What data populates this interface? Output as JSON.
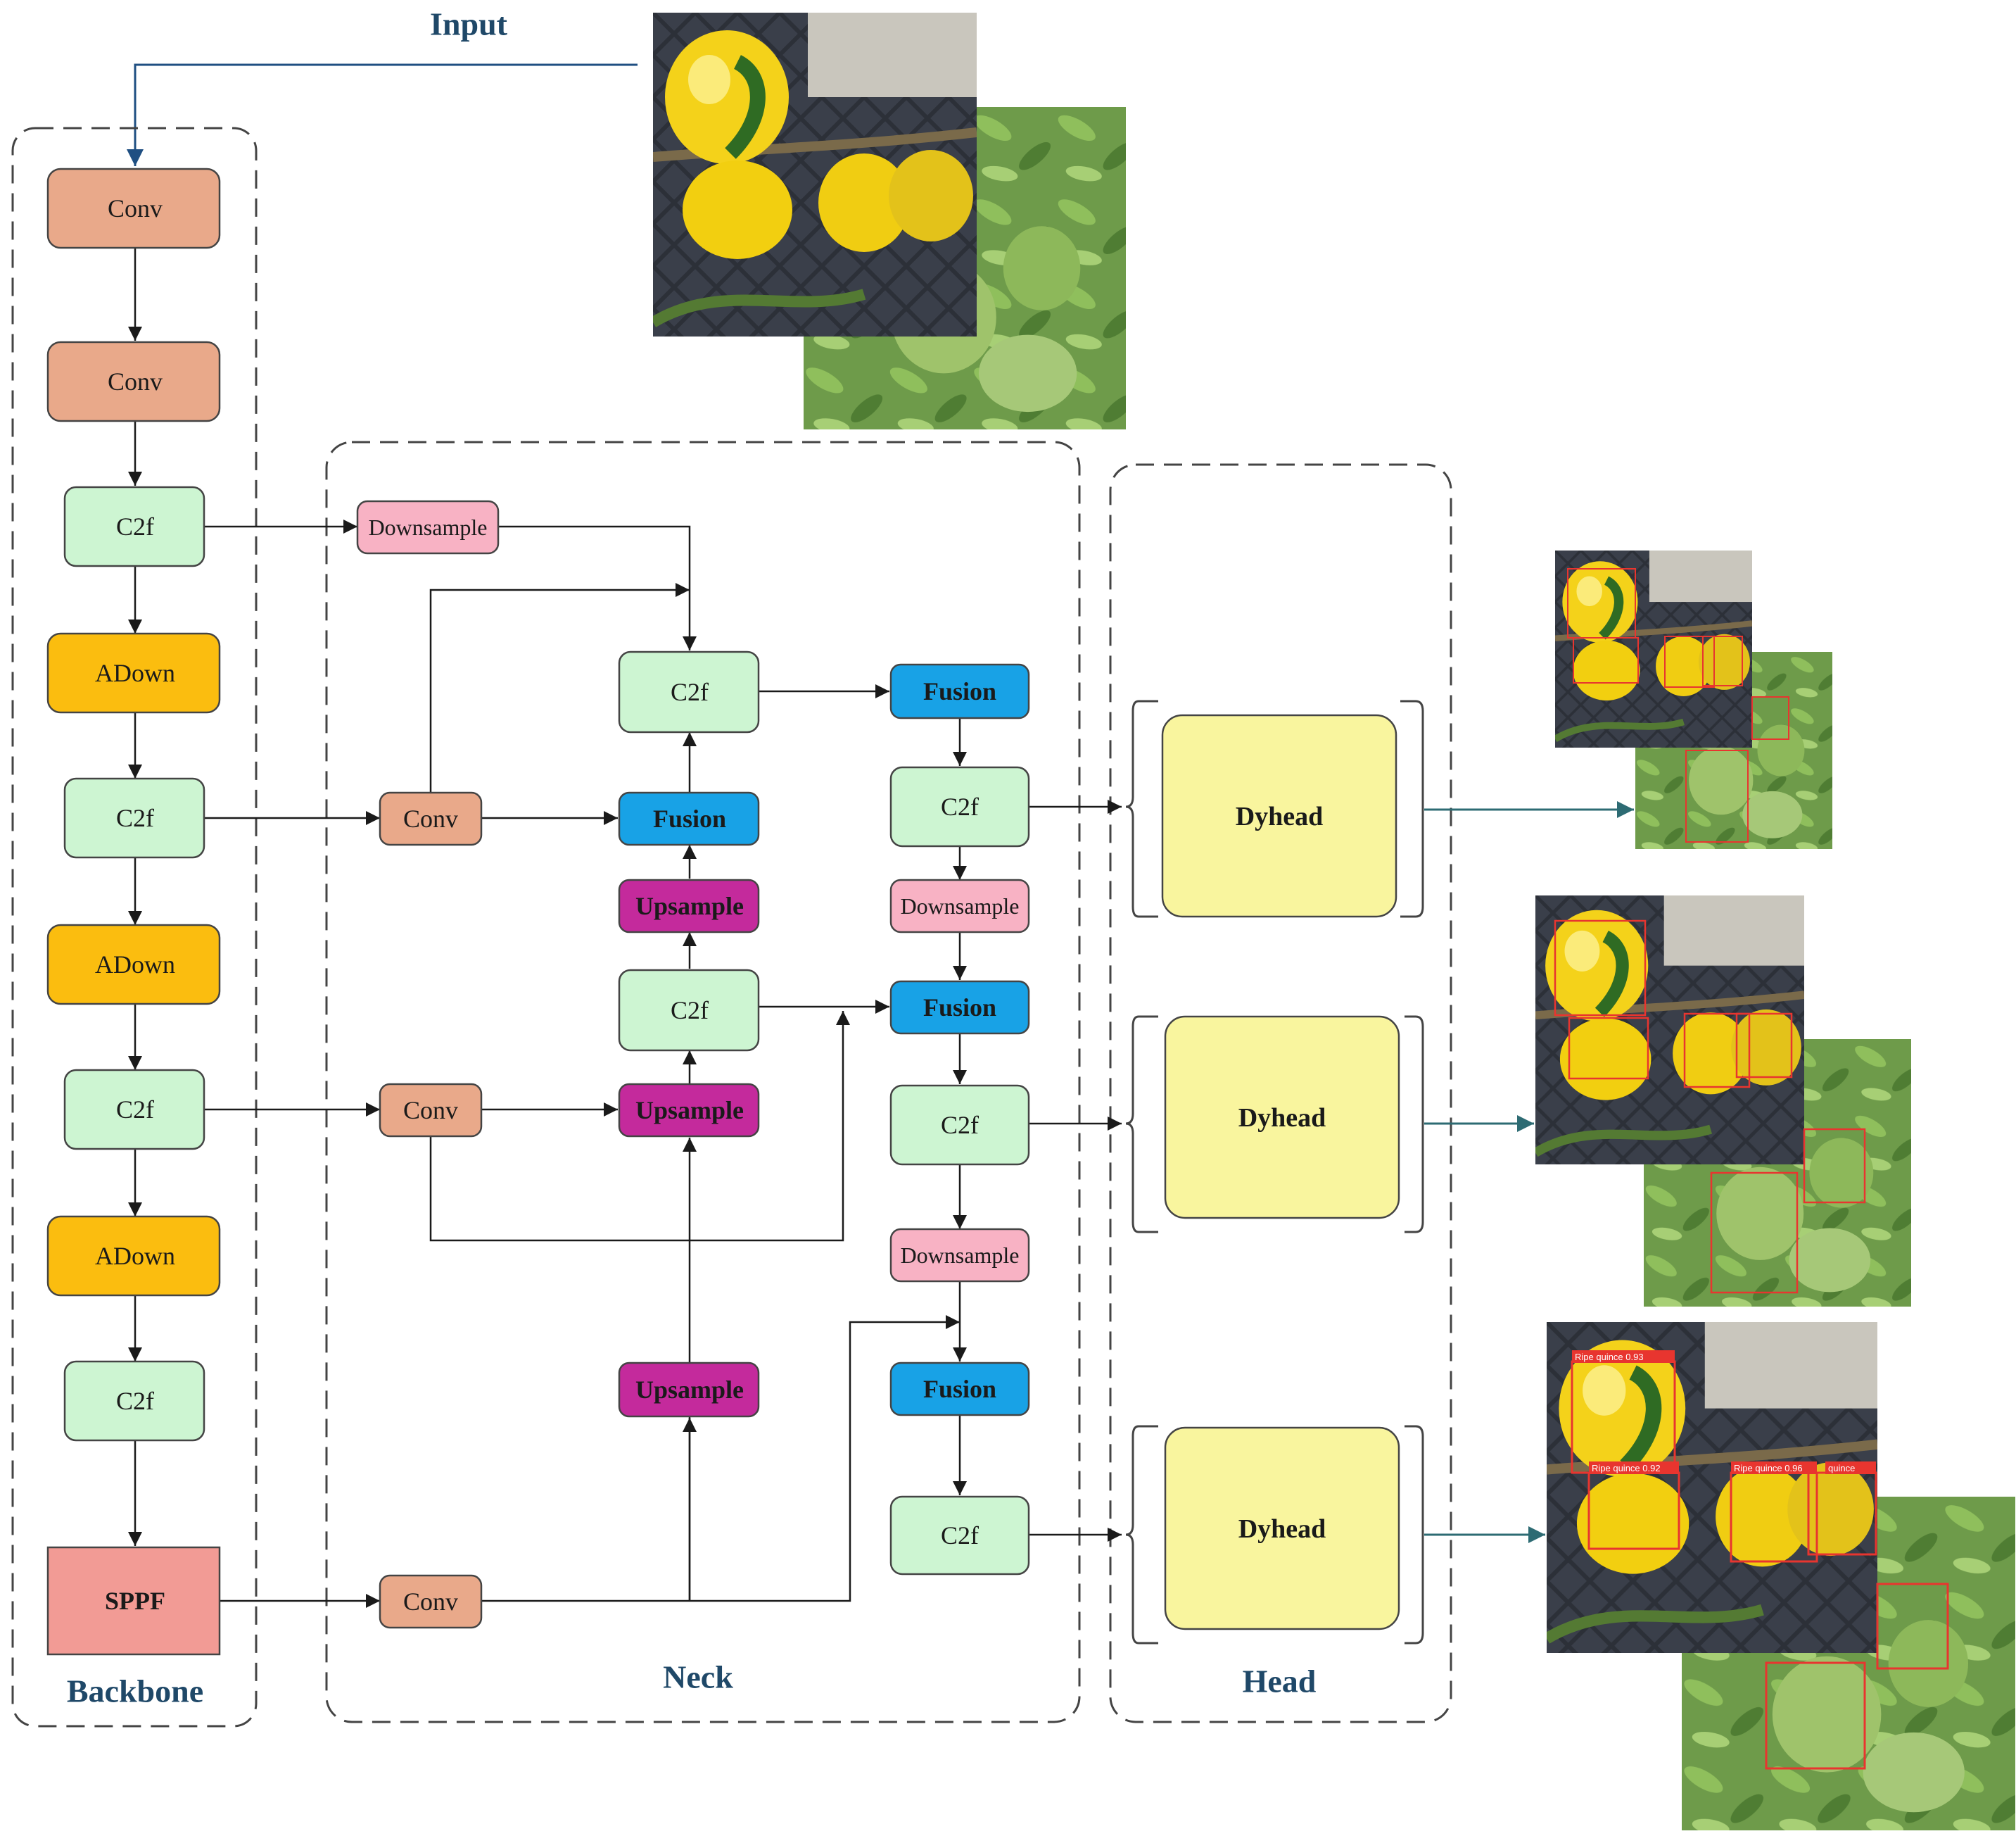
{
  "title": "Input",
  "sections": {
    "backbone": "Backbone",
    "neck": "Neck",
    "head": "Head"
  },
  "colors": {
    "conv": "#e9a98a",
    "c2f": "#cdf5d2",
    "adown": "#fbbd0f",
    "sppf": "#f29b95",
    "downsample": "#f8b2c4",
    "upsample": "#c42a9c",
    "fusion": "#18a2e6",
    "dyhead": "#f9f59e",
    "border": "#444444",
    "arrow": "#1a1a1a",
    "input_arrow": "#1f4f82",
    "head_arrow": "#2d6b73"
  },
  "backbone": {
    "conv1": "Conv",
    "conv2": "Conv",
    "c2f1": "C2f",
    "adown1": "ADown",
    "c2f2": "C2f",
    "adown2": "ADown",
    "c2f3": "C2f",
    "adown3": "ADown",
    "c2f4": "C2f",
    "sppf": "SPPF"
  },
  "neck": {
    "downsample_top": "Downsample",
    "conv_mid": "Conv",
    "conv_low": "Conv",
    "conv_sppf": "Conv",
    "c2f_top": "C2f",
    "fusion_left": "Fusion",
    "upsample_1": "Upsample",
    "c2f_mid": "C2f",
    "upsample_2": "Upsample",
    "upsample_3": "Upsample",
    "fusion_1": "Fusion",
    "c2f_out1": "C2f",
    "downsample_1": "Downsample",
    "fusion_2": "Fusion",
    "c2f_out2": "C2f",
    "downsample_2": "Downsample",
    "fusion_3": "Fusion",
    "c2f_out3": "C2f"
  },
  "head": {
    "dyhead_1": "Dyhead",
    "dyhead_2": "Dyhead",
    "dyhead_3": "Dyhead"
  },
  "detections": {
    "out3": [
      "Ripe quince 0.93",
      "Ripe quince 0.92",
      "Ripe quince 0.96",
      "quince"
    ]
  }
}
